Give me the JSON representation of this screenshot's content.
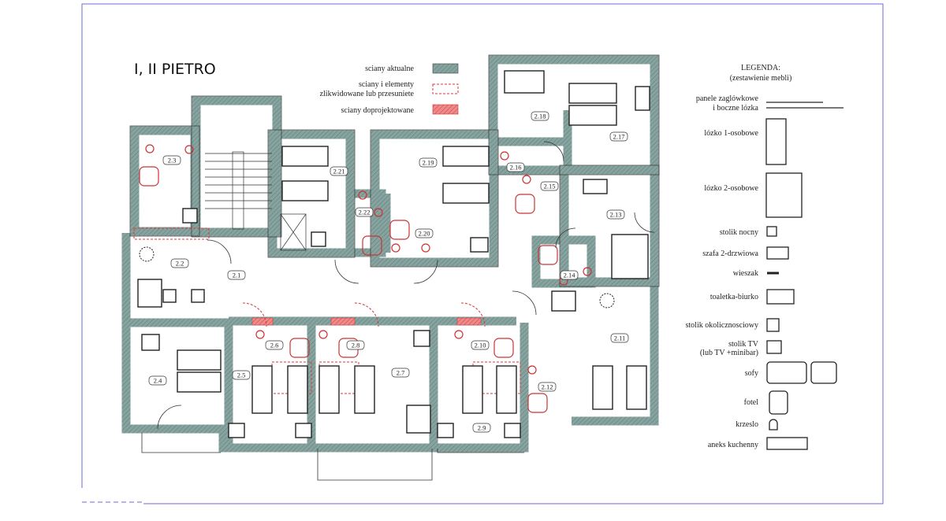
{
  "title": "I, II PIETRO",
  "wall_legend": {
    "current": "sciany aktualne",
    "removed_line1": "sciany i elementy",
    "removed_line2": "zlikwidowane lub przesuniete",
    "new": "sciany doprojektowane"
  },
  "colors": {
    "wall": "#7f9c98",
    "removed": "#d9383a",
    "new_wall": "#e57373",
    "frame": "#5a5ad0"
  },
  "furniture_legend": {
    "heading": "LEGENDA:",
    "subheading": "(zestawienie mebli)",
    "items": [
      {
        "label": "panele zaglówkowe",
        "label2": "i boczne lózka",
        "icon": "panel-icon"
      },
      {
        "label": "lózko 1-osobowe",
        "icon": "single-bed-icon"
      },
      {
        "label": "lózko 2-osobowe",
        "icon": "double-bed-icon"
      },
      {
        "label": "stolik nocny",
        "icon": "nightstand-icon"
      },
      {
        "label": "szafa 2-drzwiowa",
        "icon": "wardrobe-icon"
      },
      {
        "label": "wieszak",
        "icon": "hanger-icon"
      },
      {
        "label": "toaletka-biurko",
        "icon": "desk-icon"
      },
      {
        "label": "stolik okolicznosciowy",
        "icon": "side-table-icon"
      },
      {
        "label": "stolik TV",
        "label2": "(lub TV +minibar)",
        "icon": "tv-table-icon"
      },
      {
        "label": "sofy",
        "icon": "sofa-icon"
      },
      {
        "label": "fotel",
        "icon": "armchair-icon"
      },
      {
        "label": "krzeslo",
        "icon": "chair-icon"
      },
      {
        "label": "aneks kuchenny",
        "icon": "kitchenette-icon"
      }
    ]
  },
  "rooms": [
    "2.1",
    "2.2",
    "2.3",
    "2.4",
    "2.5",
    "2.6",
    "2.7",
    "2.8",
    "2.9",
    "2.10",
    "2.11",
    "2.12",
    "2.13",
    "2.14",
    "2.15",
    "2.16",
    "2.17",
    "2.18",
    "2.19",
    "2.20",
    "2.21",
    "2.22"
  ]
}
